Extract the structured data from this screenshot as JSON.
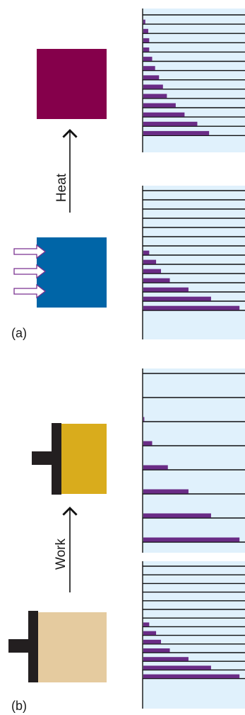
{
  "labels": {
    "part_a": "(a)",
    "part_b": "(b)",
    "arrow_a": "Heat",
    "arrow_b": "Work"
  },
  "colors": {
    "hot_block": "#85004b",
    "cold_block": "#0065a7",
    "compressed_gas": "#d9ac1c",
    "expanded_gas": "#e5cb9f",
    "piston": "#231f20",
    "panel_bg": "#e0f1fc",
    "level_line": "#111111",
    "population_bar": "#6a2c86",
    "heat_arrow_outline": "#7b3290"
  },
  "icons": {
    "heat_input": "hollow-arrow-icon",
    "process_arrow": "arrow-up-icon"
  },
  "chart_data": [
    {
      "type": "bar",
      "name_ref": "a-top (after heating)",
      "levels": 14,
      "values": [
        0.02,
        0.05,
        0.06,
        0.06,
        0.09,
        0.12,
        0.16,
        0.2,
        0.24,
        0.33,
        0.42,
        0.55,
        0.67
      ]
    },
    {
      "type": "bar",
      "name_ref": "a-bottom (before heating)",
      "levels": 14,
      "values": [
        0.06,
        0.13,
        0.18,
        0.27,
        0.46,
        0.69,
        0.98
      ]
    },
    {
      "type": "bar",
      "name_ref": "b-top (after work)",
      "levels": 8,
      "values": [
        0.01,
        0.09,
        0.25,
        0.46,
        0.69,
        0.98
      ]
    },
    {
      "type": "bar",
      "name_ref": "b-bottom (before work)",
      "levels": 14,
      "values": [
        0.06,
        0.13,
        0.18,
        0.27,
        0.46,
        0.69,
        0.98
      ]
    }
  ]
}
